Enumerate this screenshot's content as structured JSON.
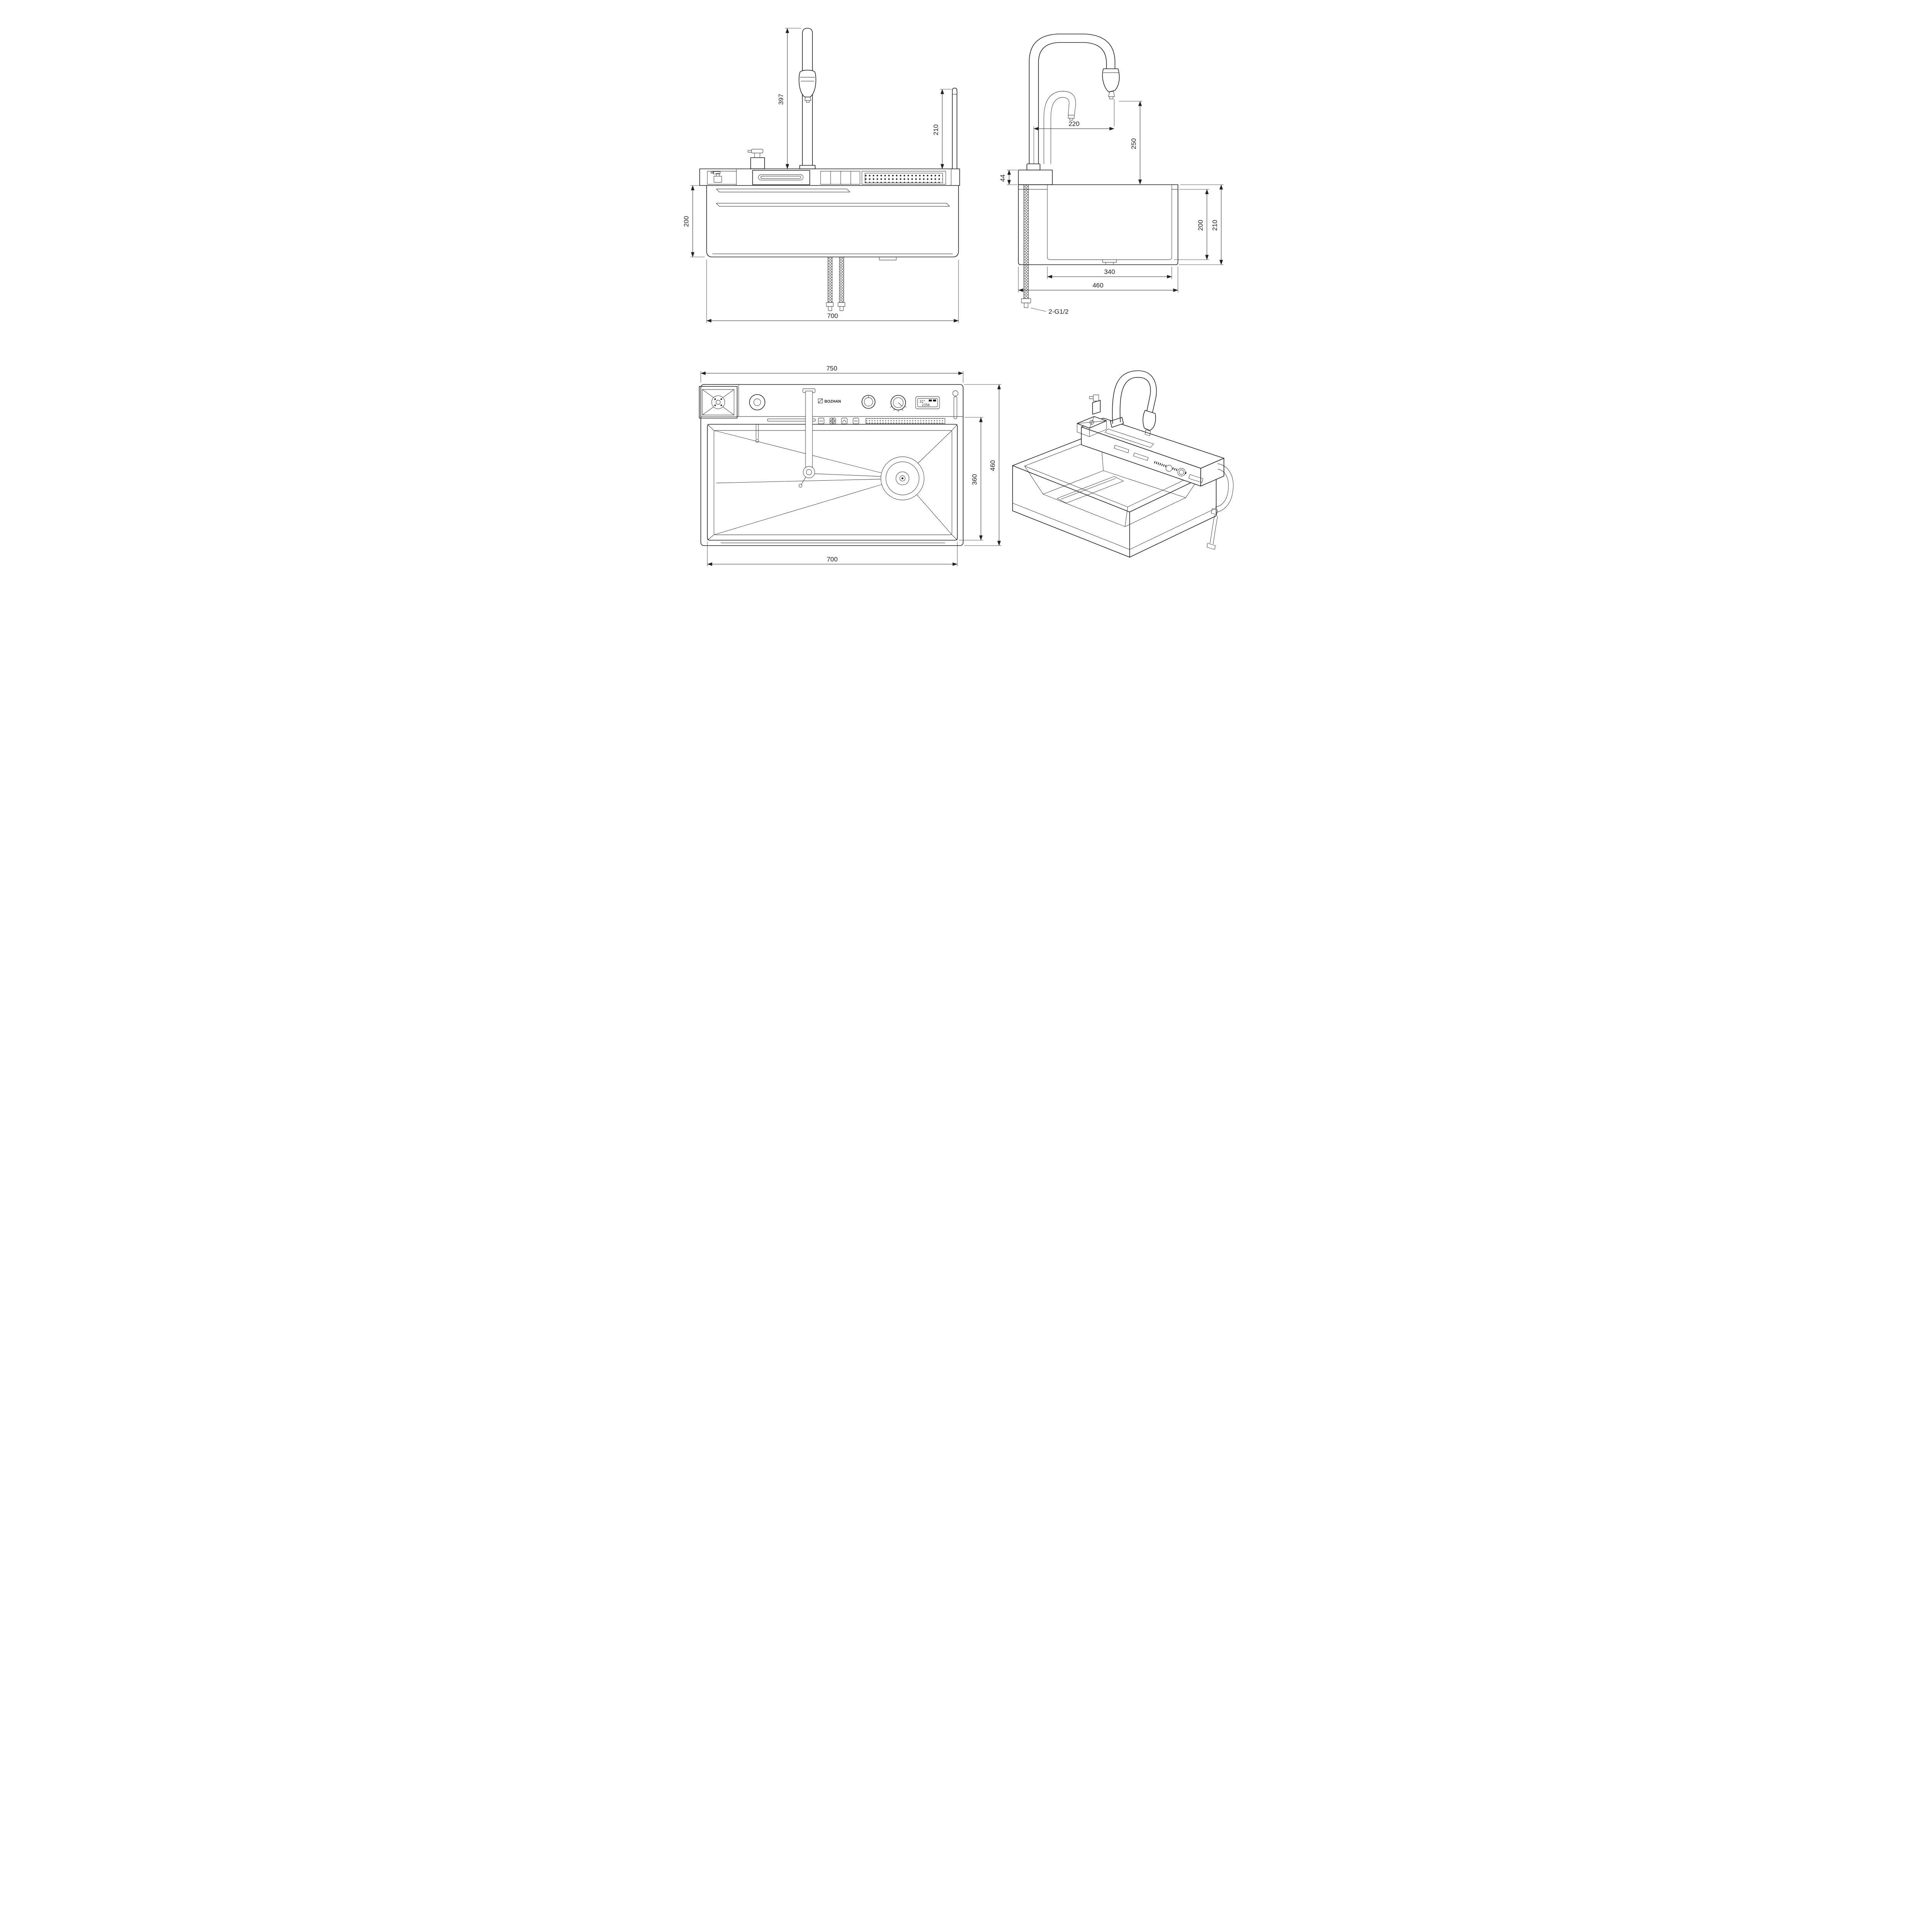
{
  "drawing": {
    "background": "#ffffff",
    "line_color": "#231f20",
    "front_view": {
      "faucet_height": "397",
      "handle_height": "210",
      "bowl_depth": "200",
      "overall_width": "700"
    },
    "side_view": {
      "spout_reach": "220",
      "spout_clearance": "250",
      "deck_height": "44",
      "bowl_depth_inner": "200",
      "bowl_depth_outer": "210",
      "bowl_width_inner": "340",
      "overall_depth": "460",
      "hose_thread": "2-G1/2"
    },
    "plan_view": {
      "overall_length": "750",
      "bottom_width": "700",
      "bowl_length": "360",
      "overall_depth": "460",
      "brand": "BOZHAN",
      "display_temperature": "32°",
      "display_reading": "2356"
    }
  }
}
